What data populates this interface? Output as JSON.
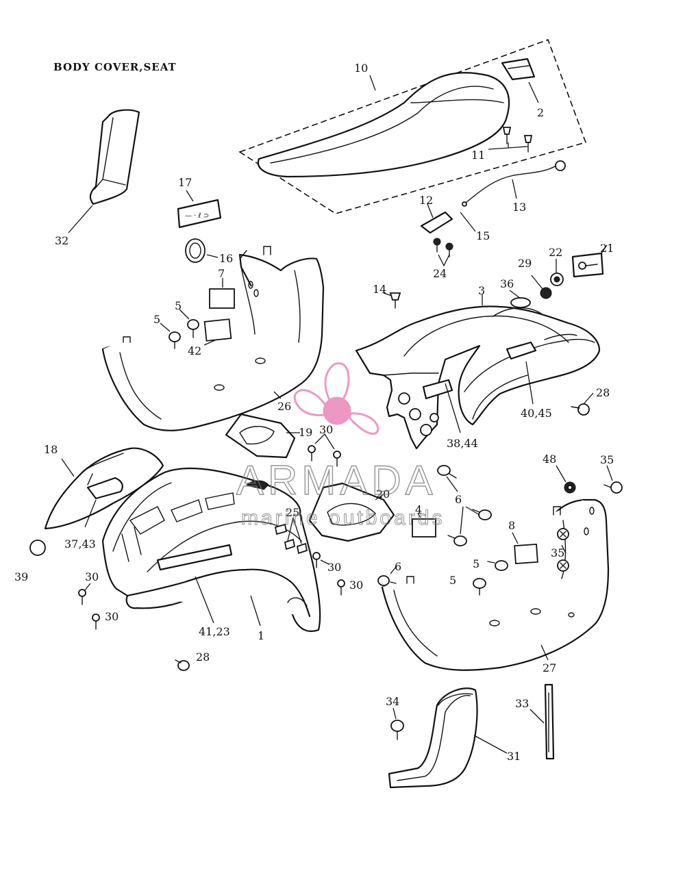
{
  "title": "BODY COVER,SEAT",
  "watermark": {
    "brand": "ARMADA",
    "tagline": "marine outboards",
    "accent_color": "#e87fb5",
    "text_color": "#8a8a8a"
  },
  "labels": {
    "l1": "1",
    "l2": "2",
    "l3": "3",
    "l4": "4",
    "l5a": "5",
    "l5b": "5",
    "l5c": "5",
    "l5d": "5",
    "l6a": "6",
    "l6b": "6",
    "l7": "7",
    "l8": "8",
    "l10": "10",
    "l11": "11",
    "l12": "12",
    "l13": "13",
    "l14": "14",
    "l15": "15",
    "l16": "16",
    "l17": "17",
    "l18": "18",
    "l19": "19",
    "l20": "20",
    "l21": "21",
    "l22": "22",
    "l24": "24",
    "l25": "25",
    "l26": "26",
    "l27": "27",
    "l28a": "28",
    "l28b": "28",
    "l29": "29",
    "l30a": "30",
    "l30b": "30",
    "l30c": "30",
    "l30d": "30",
    "l30e": "30",
    "l31": "31",
    "l32": "32",
    "l33": "33",
    "l34": "34",
    "l35a": "35",
    "l35b": "35",
    "l36": "36",
    "l3743": "37,43",
    "l3844": "38,44",
    "l39": "39",
    "l4045": "40,45",
    "l4123": "41,23",
    "l42": "42",
    "l48": "48"
  }
}
